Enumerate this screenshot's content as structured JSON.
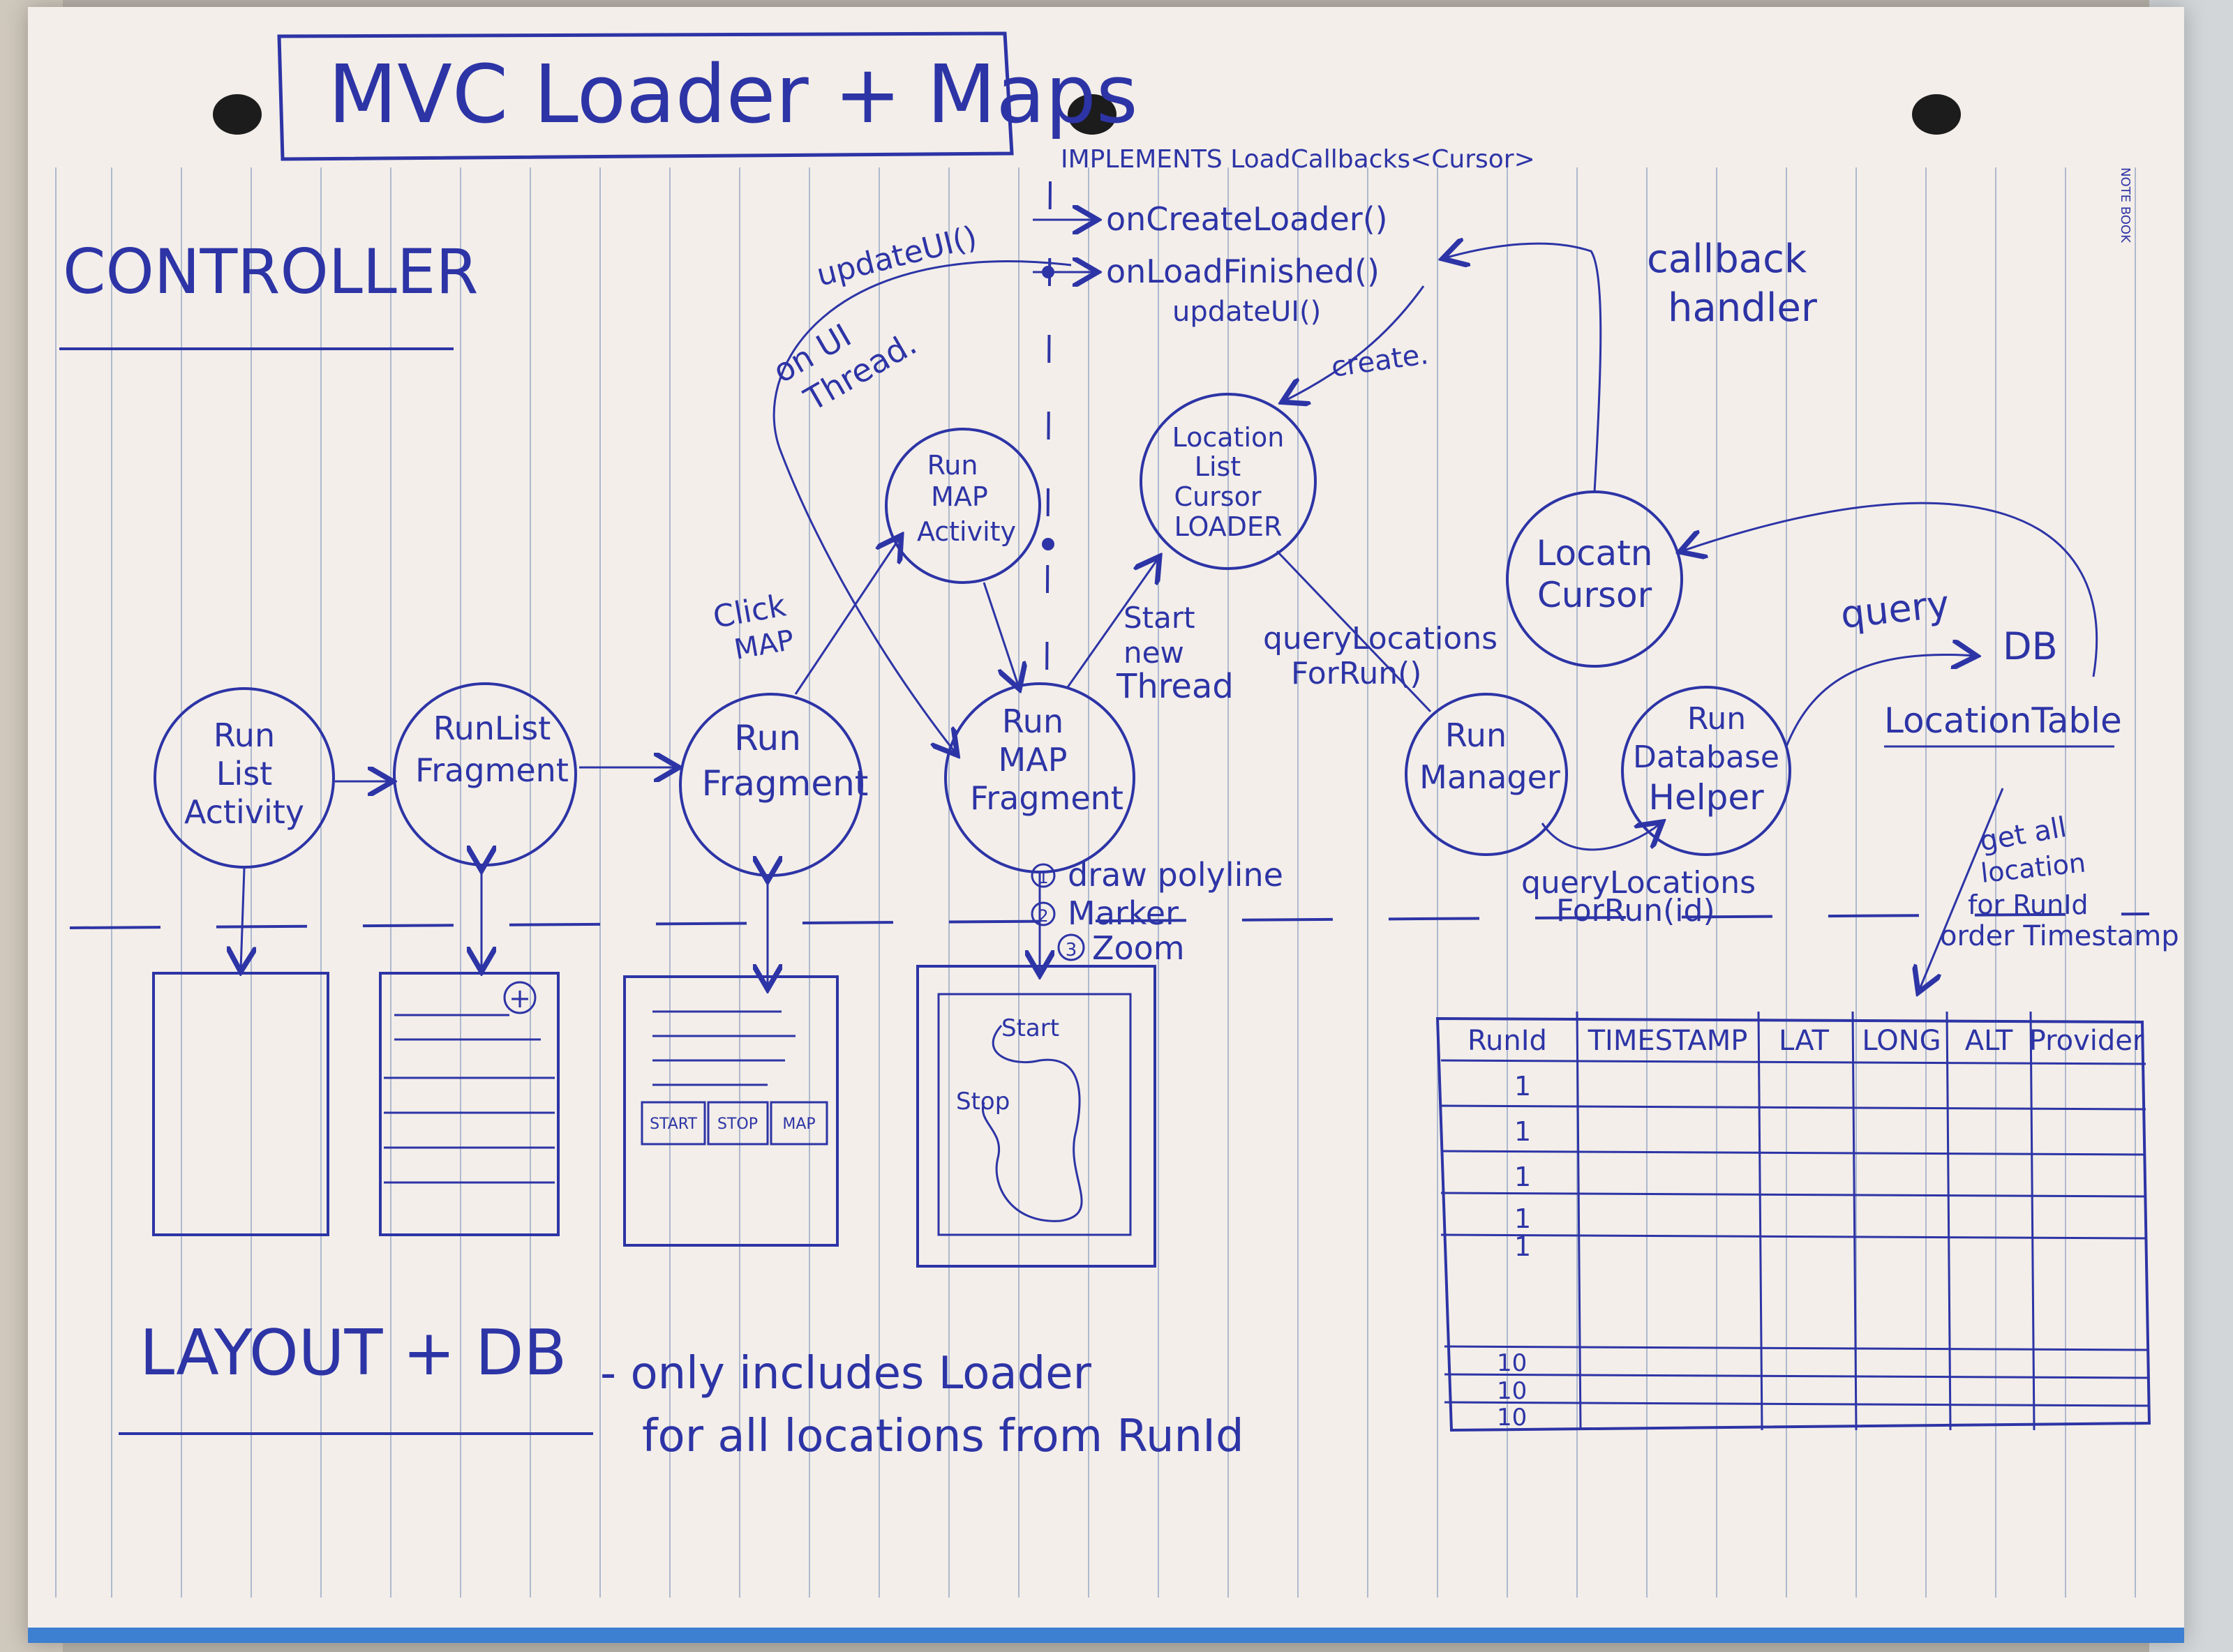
{
  "title": "MVC Loader + Maps",
  "section_controller": "CONTROLLER",
  "section_layout": "LAYOUT + DB",
  "layout_note": [
    "- only includes Loader",
    "for all locations from RunId"
  ],
  "notebook_label": "NOTE BOOK",
  "top_annotation": {
    "implements": "IMPLEMENTS LoadCallbacks<Cursor>",
    "on_create": "onCreateLoader()",
    "on_finished": "onLoadFinished()",
    "update_ui_right": "updateUI()",
    "update_ui_left": "updateUI()",
    "on_ui_thread": [
      "on UI",
      "Thread."
    ],
    "create": "create.",
    "callback": [
      "callback",
      "handler"
    ]
  },
  "nodes": {
    "run_list_activity": [
      "Run",
      "List",
      "Activity"
    ],
    "run_list_fragment": [
      "RunList",
      "Fragment"
    ],
    "run_fragment": [
      "Run",
      "Fragment"
    ],
    "run_map_fragment": [
      "Run",
      "MAP",
      "Fragment"
    ],
    "run_map_activity": [
      "Run",
      "MAP",
      "Activity"
    ],
    "location_list_cursor_loader": [
      "Location",
      "List",
      "Cursor",
      "LOADER"
    ],
    "location_cursor": [
      "Locatn",
      "Cursor"
    ],
    "run_manager": [
      "Run",
      "Manager"
    ],
    "run_database_helper": [
      "Run",
      "Database",
      "Helper"
    ]
  },
  "edge_labels": {
    "click_map": [
      "Click",
      "MAP"
    ],
    "start_new_thread": [
      "Start",
      "new",
      "Thread"
    ],
    "query_locations_for_run_top": [
      "queryLocations",
      "ForRun()"
    ],
    "query": "query",
    "db": "DB",
    "location_table": "LocationTable",
    "query_locations_for_run_bottom": [
      "queryLocations",
      "ForRun(id)"
    ],
    "get_all_locations": [
      "get all",
      "location",
      "for RunId",
      "order Timestamp"
    ]
  },
  "map_steps": [
    "draw polyline",
    "Marker",
    "Zoom"
  ],
  "map_steps_numbers": [
    "1",
    "2",
    "3"
  ],
  "layout_boxes": {
    "plus": "+",
    "run_fragment_buttons": [
      "START",
      "STOP",
      "MAP"
    ],
    "map_start": "Start",
    "map_stop": "Stop"
  },
  "table": {
    "headers": [
      "RunId",
      "TIMESTAMP",
      "LAT",
      "LONG",
      "ALT",
      "Provider"
    ],
    "top_rows": [
      "1",
      "1",
      "1",
      "1",
      "1"
    ],
    "bottom_rows": [
      "10",
      "10",
      "10"
    ]
  },
  "colors": {
    "ink": "#2d34a6",
    "paper": "#f3eee9",
    "rule": "#aeb9cf"
  }
}
